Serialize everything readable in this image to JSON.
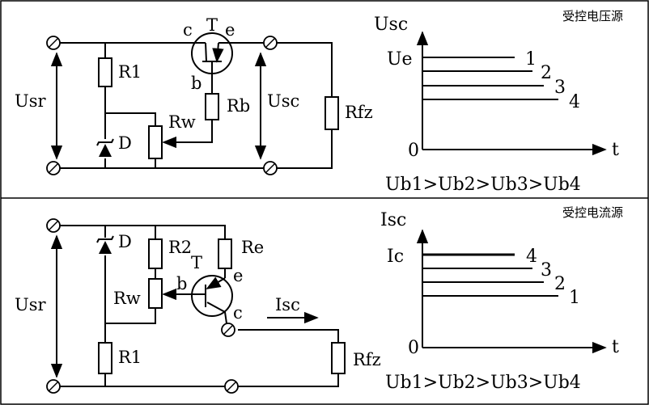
{
  "top_panel": {
    "title": "受控电压源",
    "labels": {
      "usr": "Usr",
      "r1": "R1",
      "d": "D",
      "rw": "Rw",
      "rb": "Rb",
      "t": "T",
      "c": "c",
      "e": "e",
      "b": "b",
      "usc": "Usc",
      "rfz": "Rfz"
    },
    "graph": {
      "y_axis": "Usc",
      "x_axis": "t",
      "origin": "0",
      "level": "Ue",
      "curves": [
        "1",
        "2",
        "3",
        "4"
      ],
      "relation": "Ub1>Ub2>Ub3>Ub4"
    }
  },
  "bottom_panel": {
    "title": "受控电流源",
    "labels": {
      "usr": "Usr",
      "r1": "R1",
      "d": "D",
      "r2": "R2",
      "rw": "Rw",
      "re": "Re",
      "t": "T",
      "b": "b",
      "e": "e",
      "c": "c",
      "isc": "Isc",
      "rfz": "Rfz"
    },
    "graph": {
      "y_axis": "Isc",
      "x_axis": "t",
      "origin": "0",
      "level": "Ic",
      "curves": [
        "4",
        "3",
        "2",
        "1"
      ],
      "relation": "Ub1>Ub2>Ub3>Ub4"
    }
  }
}
